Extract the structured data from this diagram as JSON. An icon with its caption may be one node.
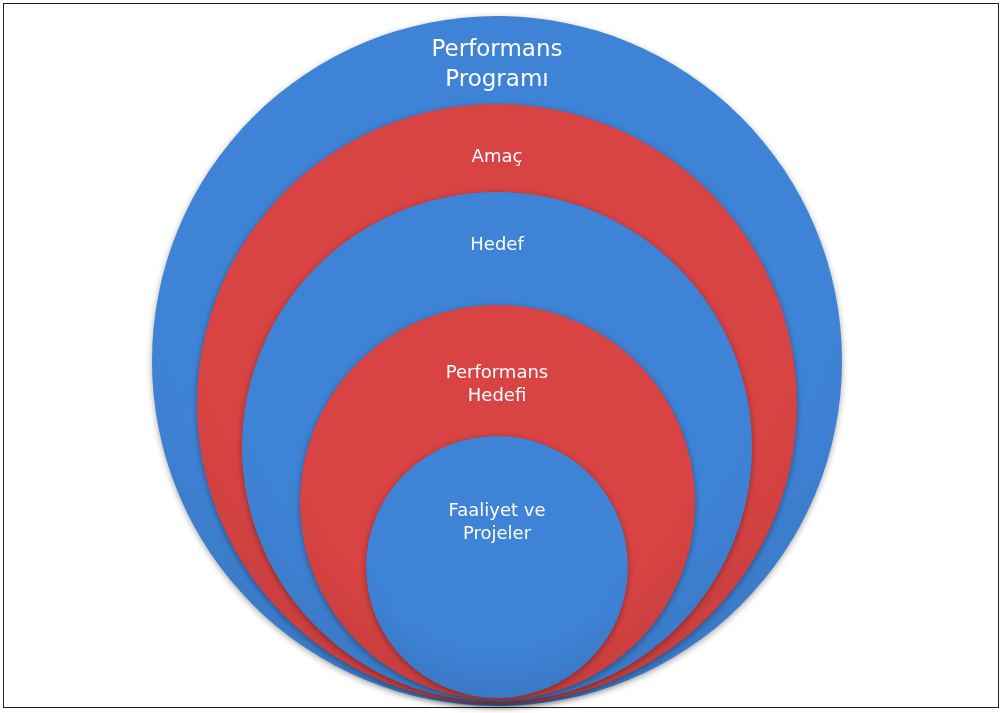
{
  "diagram": {
    "nodes": [
      {
        "text": [
          "Performans Programı"
        ]
      },
      {
        "text": [
          "Amaç"
        ],
        "in": 0
      },
      {
        "text": [
          "Hedef"
        ],
        "in": 1
      },
      {
        "text": [
          "Performans Hedefi"
        ],
        "in": 2
      },
      {
        "text": [
          "Faaliyet ve Projeler"
        ],
        "in": 3
      }
    ]
  }
}
